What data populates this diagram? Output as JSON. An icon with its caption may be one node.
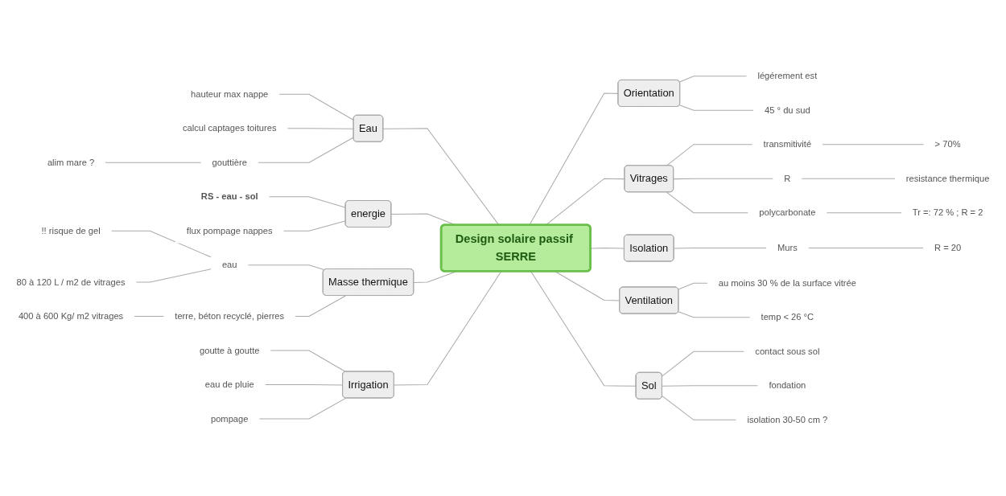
{
  "diagram": {
    "nodes": [
      {
        "text": [
          "Design solaire passif SERRE"
        ]
      },
      {
        "text": [
          "Orientation"
        ]
      },
      {
        "text": [
          "légérement est"
        ]
      },
      {
        "text": [
          "45 ° du sud"
        ]
      },
      {
        "text": [
          "Vitrages"
        ]
      },
      {
        "text": [
          "transmitivité"
        ]
      },
      {
        "text": [
          "> 70%"
        ]
      },
      {
        "text": [
          "R"
        ]
      },
      {
        "text": [
          "resistance thermique"
        ]
      },
      {
        "text": [
          "polycarbonate"
        ]
      },
      {
        "text": [
          "Tr =: 72 % ; R = 2"
        ]
      },
      {
        "text": [
          "Isolation"
        ]
      },
      {
        "text": [
          "Murs"
        ]
      },
      {
        "text": [
          "R = 20"
        ]
      },
      {
        "text": [
          "Ventilation"
        ]
      },
      {
        "text": [
          "au moins 30 % de la surface vitrée"
        ]
      },
      {
        "text": [
          "temp < 26 °C"
        ]
      },
      {
        "text": [
          "Sol"
        ]
      },
      {
        "text": [
          "contact sous sol"
        ]
      },
      {
        "text": [
          "fondation"
        ]
      },
      {
        "text": [
          "isolation 30-50 cm ?"
        ]
      },
      {
        "text": [
          "Eau"
        ]
      },
      {
        "text": [
          "hauteur max nappe"
        ]
      },
      {
        "text": [
          "calcul captages toitures"
        ]
      },
      {
        "text": [
          "gouttière"
        ]
      },
      {
        "text": [
          "alim mare ?"
        ]
      },
      {
        "text": [
          "energie"
        ]
      },
      {
        "text": [
          "RS - eau - sol"
        ]
      },
      {
        "text": [
          "flux pompage nappes"
        ]
      },
      {
        "text": [
          "Masse thermique"
        ]
      },
      {
        "text": [
          "eau"
        ]
      },
      {
        "text": [
          "!! risque de gel"
        ]
      },
      {
        "text": [
          "80 à 120 L / m2 de vitrages"
        ]
      },
      {
        "text": [
          "terre, béton recyclé, pierres"
        ]
      },
      {
        "text": [
          "400 à 600 Kg/ m2 vitrages"
        ]
      },
      {
        "text": [
          "Irrigation"
        ]
      },
      {
        "text": [
          "goutte à goutte"
        ]
      },
      {
        "text": [
          "eau de pluie"
        ]
      },
      {
        "text": [
          "pompage"
        ]
      }
    ],
    "edges": [
      {
        "from": 0,
        "to": 1,
        "arrow": "none"
      },
      {
        "from": 1,
        "to": 2,
        "arrow": "none"
      },
      {
        "from": 1,
        "to": 3,
        "arrow": "none"
      },
      {
        "from": 0,
        "to": 4,
        "arrow": "none"
      },
      {
        "from": 4,
        "to": 5,
        "arrow": "none"
      },
      {
        "from": 5,
        "to": 6,
        "arrow": "none"
      },
      {
        "from": 4,
        "to": 7,
        "arrow": "none"
      },
      {
        "from": 7,
        "to": 8,
        "arrow": "none"
      },
      {
        "from": 4,
        "to": 9,
        "arrow": "none"
      },
      {
        "from": 9,
        "to": 10,
        "arrow": "none"
      },
      {
        "from": 0,
        "to": 11,
        "arrow": "none"
      },
      {
        "from": 11,
        "to": 12,
        "arrow": "none"
      },
      {
        "from": 12,
        "to": 13,
        "arrow": "none"
      },
      {
        "from": 0,
        "to": 14,
        "arrow": "none"
      },
      {
        "from": 14,
        "to": 15,
        "arrow": "none"
      },
      {
        "from": 14,
        "to": 16,
        "arrow": "none"
      },
      {
        "from": 0,
        "to": 17,
        "arrow": "none"
      },
      {
        "from": 17,
        "to": 18,
        "arrow": "none"
      },
      {
        "from": 17,
        "to": 19,
        "arrow": "none"
      },
      {
        "from": 17,
        "to": 20,
        "arrow": "none"
      },
      {
        "from": 21,
        "to": 0,
        "arrow": "none"
      },
      {
        "from": 22,
        "to": 21,
        "arrow": "none"
      },
      {
        "from": 23,
        "to": 21,
        "arrow": "none"
      },
      {
        "from": 24,
        "to": 21,
        "arrow": "none"
      },
      {
        "from": 25,
        "to": 24,
        "arrow": "none"
      },
      {
        "from": 26,
        "to": 0,
        "arrow": "none"
      },
      {
        "from": 27,
        "to": 26,
        "arrow": "none"
      },
      {
        "from": 28,
        "to": 26,
        "arrow": "none"
      },
      {
        "from": 29,
        "to": 0,
        "arrow": "none"
      },
      {
        "from": 30,
        "to": 29,
        "arrow": "none"
      },
      {
        "from": 31,
        "to": 30,
        "arrow": "none"
      },
      {
        "from": 32,
        "to": 30,
        "arrow": "none"
      },
      {
        "from": 33,
        "to": 29,
        "arrow": "none"
      },
      {
        "from": 34,
        "to": 33,
        "arrow": "none"
      },
      {
        "from": 35,
        "to": 0,
        "arrow": "none"
      },
      {
        "from": 36,
        "to": 35,
        "arrow": "none"
      },
      {
        "from": 37,
        "to": 35,
        "arrow": "none"
      },
      {
        "from": 38,
        "to": 35,
        "arrow": "none"
      }
    ]
  }
}
